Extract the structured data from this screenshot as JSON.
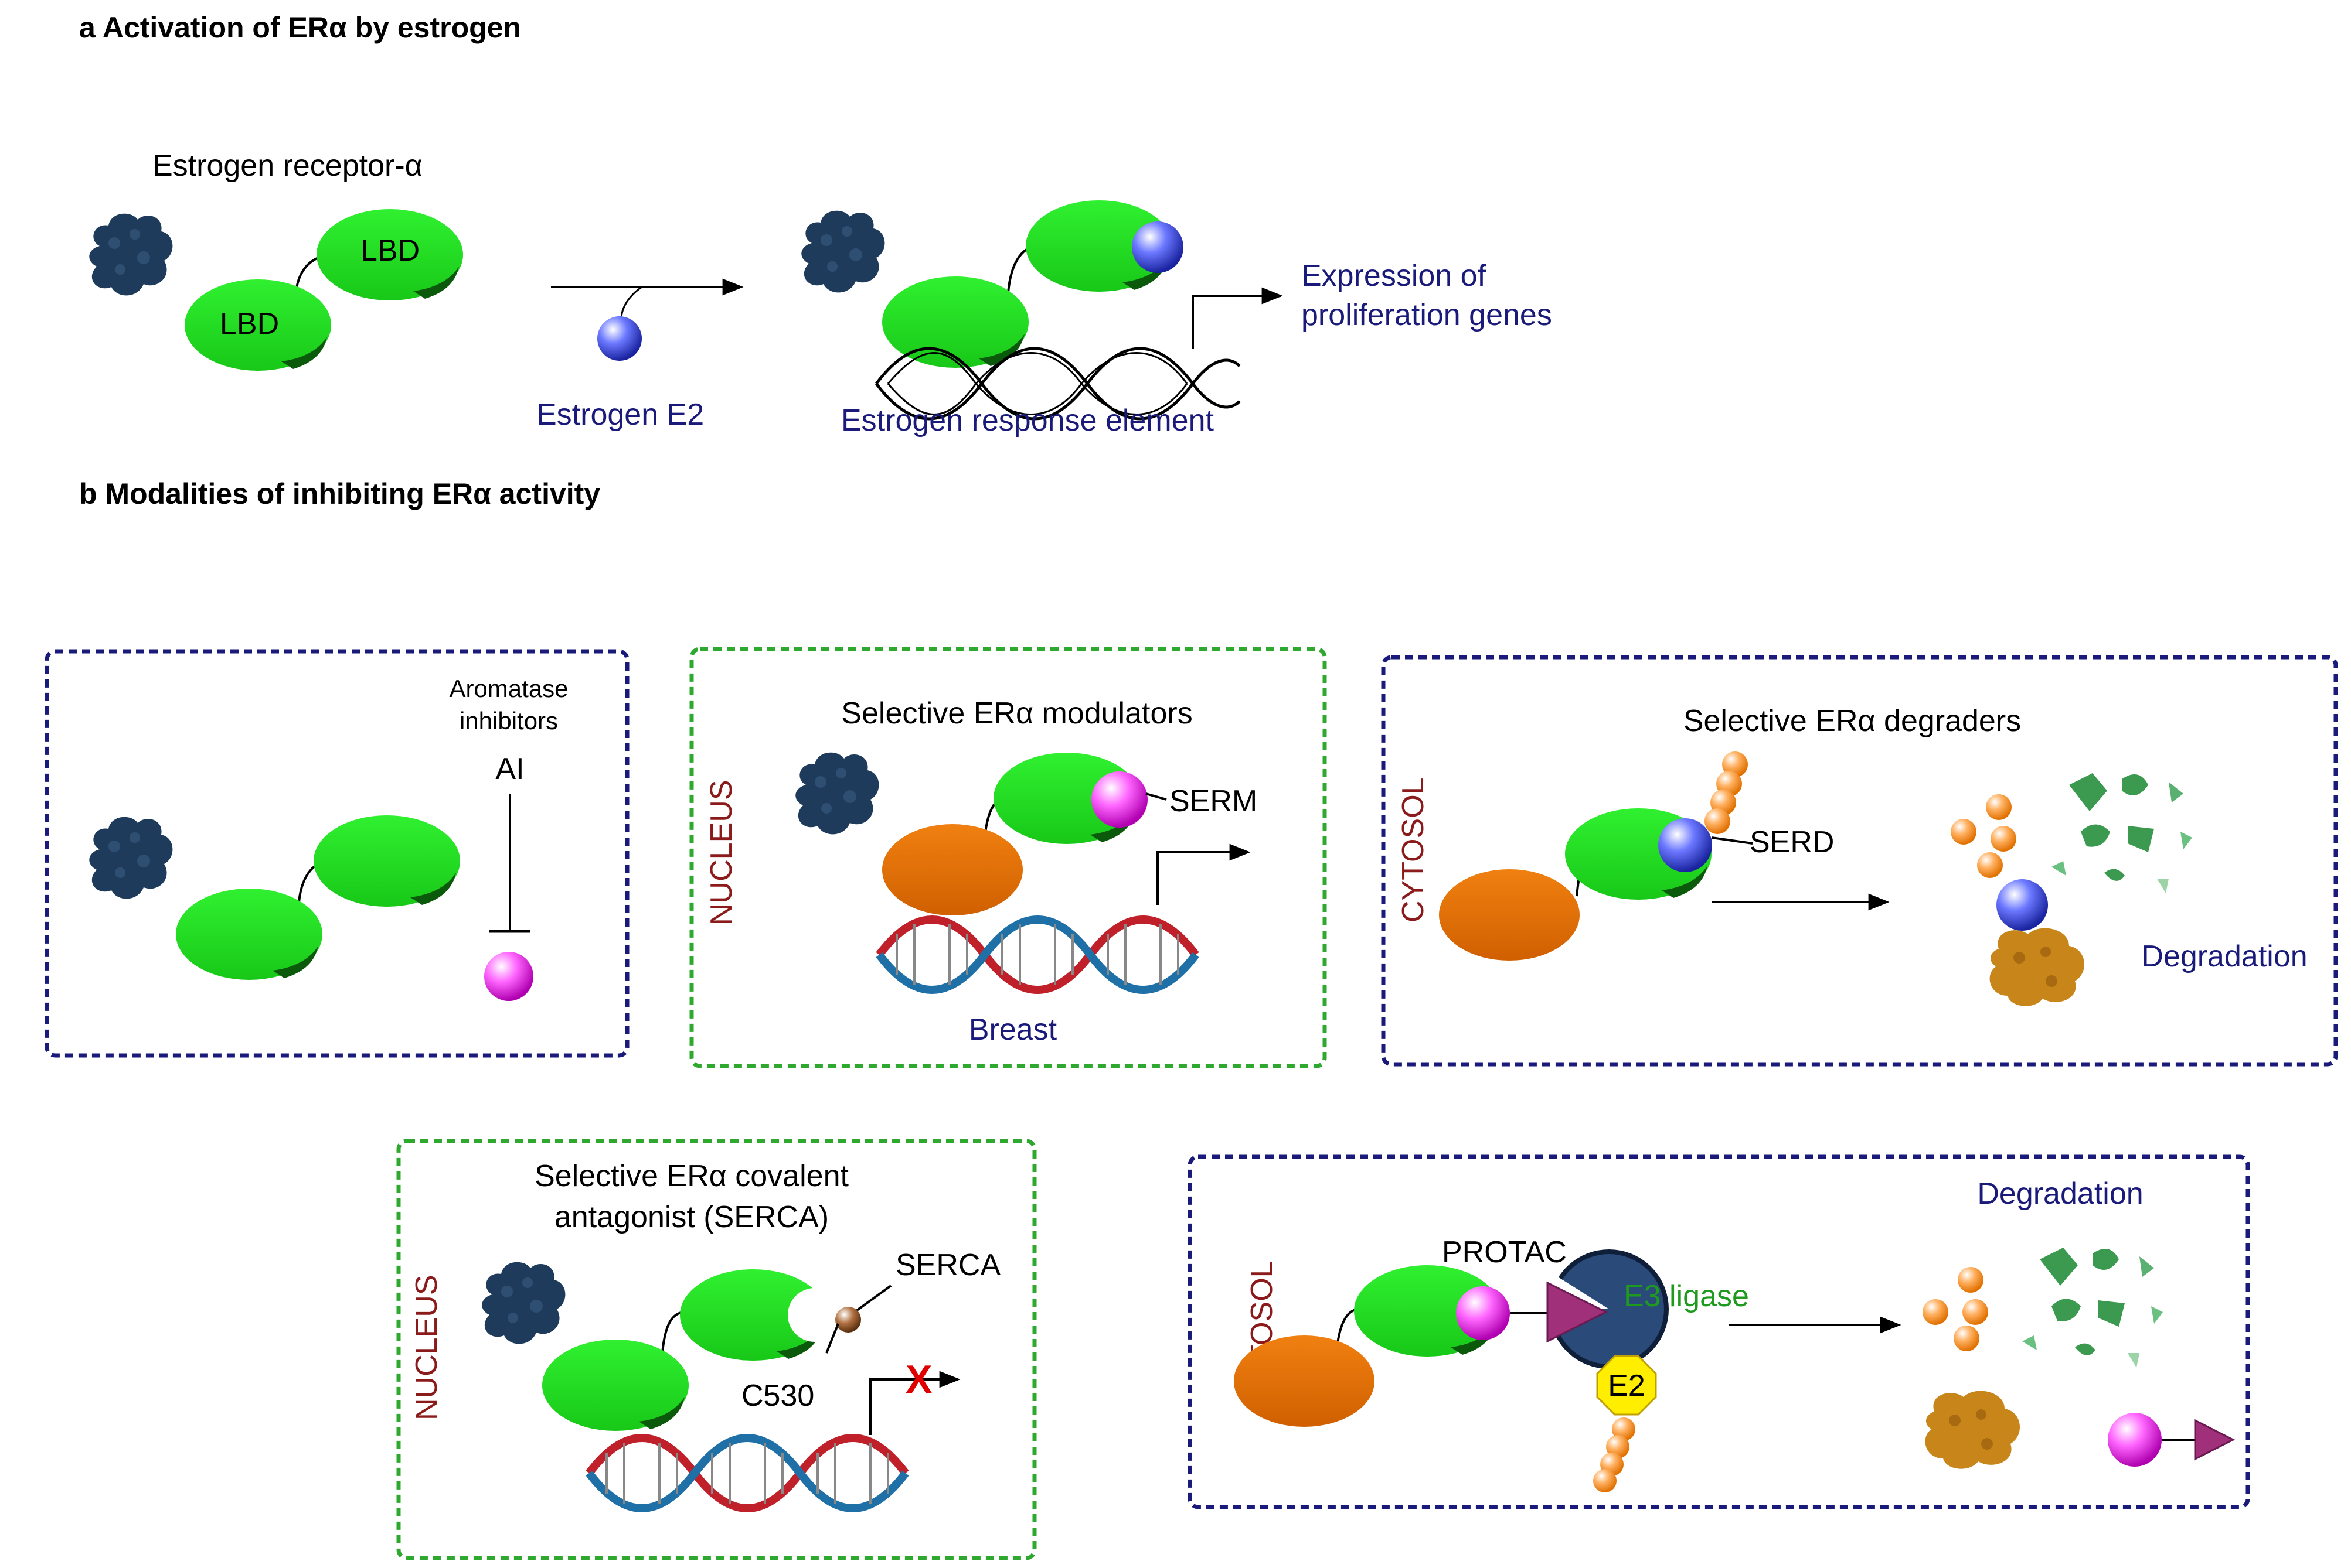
{
  "panel_a": {
    "heading": "a Activation of ERα by estrogen",
    "receptor_label": "Estrogen receptor-α",
    "lbd_top": "LBD",
    "lbd_bottom": "LBD",
    "ligand_label": "Estrogen E2",
    "response_element": "Estrogen response element",
    "expression_line1": "Expression of",
    "expression_line2": "proliferation genes"
  },
  "panel_b": {
    "heading": "b Modalities of inhibiting ERα activity",
    "ai_box": {
      "line1": "Aromatase",
      "line2": "inhibitors",
      "abbr": "AI"
    },
    "serm_box": {
      "side_label": "NUCLEUS",
      "title": "Selective ERα modulators",
      "drug": "SERM",
      "tissue": "Breast"
    },
    "serd_box": {
      "side_label": "CYTOSOL",
      "title": "Selective ERα degraders",
      "drug": "SERD",
      "outcome": "Degradation"
    },
    "serca_box": {
      "side_label": "NUCLEUS",
      "title_line1": "Selective ERα covalent",
      "title_line2": "antagonist (SERCA)",
      "drug": "SERCA",
      "residue": "C530",
      "block_mark": "X"
    },
    "protac_box": {
      "side_label": "CYTOSOL",
      "drug": "PROTAC",
      "ligase": "E3 ligase",
      "e2": "E2",
      "outcome": "Degradation"
    }
  },
  "colors": {
    "lbd_green": "#22e022",
    "dbd_orange": "#e0700a",
    "protein_navy": "#1f3b5c",
    "estrogen_blue": "#3a48e0",
    "drug_magenta": "#ff33ff",
    "box_navy": "#1a1a7a",
    "box_green": "#2ea82e",
    "ubiquitin_orange": "#ffa040",
    "fragment_green": "#3c9a50",
    "degraded_protein": "#c8861a",
    "protac_triangle": "#a0307a",
    "e2_yellow": "#ffee00",
    "dna_red": "#c0202a",
    "dna_blue": "#2070a8"
  }
}
